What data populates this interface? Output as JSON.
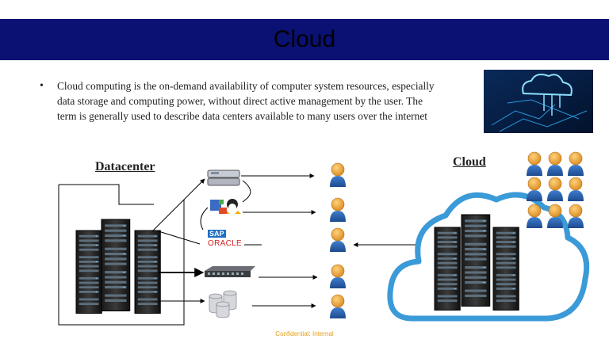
{
  "slide": {
    "title": "Cloud",
    "bullet": "Cloud computing is the on-demand availability of computer system resources, especially data storage and computing power, without direct active management by the user. The term is generally used to describe data centers available to many users over the internet"
  },
  "diagram": {
    "datacenter_label": "Datacenter",
    "cloud_label": "Cloud",
    "sap_label": "SAP",
    "oracle_label": "ORACLE"
  },
  "footer": {
    "classification": "Confidential: Internal"
  },
  "colors": {
    "title_bar": "#0a1172",
    "cloud_outline": "#3b9ad8",
    "user_head": "#e8a43a",
    "user_body": "#2a5ea8"
  },
  "icons": {
    "header_image": "digital-cloud-image",
    "server_rack": "server-rack-icon",
    "user": "user-icon",
    "disk": "disk-stack-icon",
    "switch": "network-switch-icon",
    "database": "database-icon",
    "os": "os-logos-icon"
  }
}
